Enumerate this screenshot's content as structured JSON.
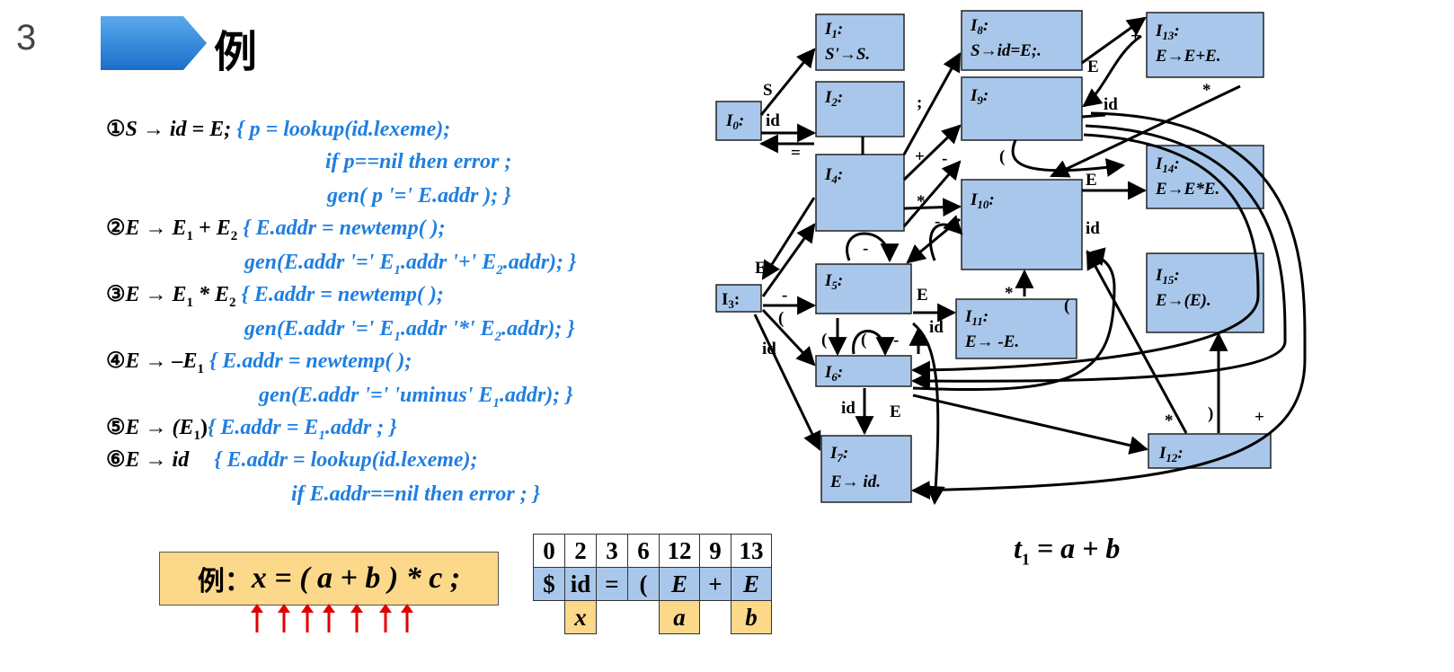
{
  "slide": {
    "number": "3",
    "title": "例"
  },
  "rules": {
    "r1_head": "①",
    "r1_prod": "S → id = E;",
    "r1_act_1": "{ p = lookup(id.lexeme);",
    "r1_act_2": "if p==nil then error ;",
    "r1_act_3": "gen( p '=' E.addr ); }",
    "r2_head": "②",
    "r2_prod_a": "E → E",
    "r2_prod_b": "1",
    "r2_prod_c": " + E",
    "r2_prod_d": "2",
    "r2_act_1": "{ E.addr = newtemp( );",
    "r2_act_2a": "gen(E.addr '=' E",
    "r2_act_2b": "1",
    "r2_act_2c": ".addr '+' E",
    "r2_act_2d": "2",
    "r2_act_2e": ".addr); }",
    "r3_head": "③",
    "r3_prod_a": "E → E",
    "r3_prod_b": "1",
    "r3_prod_c": " * E",
    "r3_prod_d": "2",
    "r3_act_1": "{ E.addr = newtemp( );",
    "r3_act_2a": "gen(E.addr '=' E",
    "r3_act_2b": "1",
    "r3_act_2c": ".addr '*' E",
    "r3_act_2d": "2",
    "r3_act_2e": ".addr); }",
    "r4_head": "④",
    "r4_prod_a": "E → –E",
    "r4_prod_b": "1",
    "r4_act_1": "{ E.addr = newtemp( );",
    "r4_act_2a": "gen(E.addr '=' 'uminus' E",
    "r4_act_2b": "1",
    "r4_act_2c": ".addr); }",
    "r5_head": "⑤",
    "r5_prod_a": "E → (E",
    "r5_prod_b": "1",
    "r5_prod_c": ")",
    "r5_act_a": "{ E.addr = E",
    "r5_act_b": "1",
    "r5_act_c": ".addr ; }",
    "r6_head": "⑥",
    "r6_prod": "E → id",
    "r6_act_1": "{ E.addr = lookup(id.lexeme);",
    "r6_act_2": "if E.addr==nil then error ; }"
  },
  "example": {
    "label": "例：",
    "expr": "x = ( a + b ) * c ;"
  },
  "stack": {
    "states": [
      "0",
      "2",
      "3",
      "6",
      "12",
      "9",
      "13"
    ],
    "symbols": [
      "$",
      "id",
      "=",
      "(",
      "E",
      "+",
      "E"
    ],
    "attrs": [
      "",
      "x",
      "",
      "",
      "a",
      "",
      "b"
    ]
  },
  "result": {
    "lhs": "t",
    "sub": "1",
    "rhs": " = a + b"
  },
  "automaton": {
    "states": {
      "I0": {
        "name": "I",
        "sub": "0",
        "suffix": ":"
      },
      "I1": {
        "name": "I",
        "sub": "1",
        "suffix": ":",
        "item": "S'→S."
      },
      "I2": {
        "name": "I",
        "sub": "2",
        "suffix": ":"
      },
      "I3": {
        "name": "I",
        "sub": "3",
        "suffix": ":"
      },
      "I4": {
        "name": "I",
        "sub": "4",
        "suffix": ":"
      },
      "I5": {
        "name": "I",
        "sub": "5",
        "suffix": ":"
      },
      "I6": {
        "name": "I",
        "sub": "6",
        "suffix": ":"
      },
      "I7": {
        "name": "I",
        "sub": "7",
        "suffix": ":",
        "item": "E→ id."
      },
      "I8": {
        "name": "I",
        "sub": "8",
        "suffix": ":",
        "item": "S→id=E;."
      },
      "I9": {
        "name": "I",
        "sub": "9",
        "suffix": ":"
      },
      "I10": {
        "name": "I",
        "sub": "10",
        "suffix": ":"
      },
      "I11": {
        "name": "I",
        "sub": "11",
        "suffix": ":",
        "item": "E→ -E."
      },
      "I12": {
        "name": "I",
        "sub": "12",
        "suffix": ":"
      },
      "I13": {
        "name": "I",
        "sub": "13",
        "suffix": ":",
        "item": "E→E+E."
      },
      "I14": {
        "name": "I",
        "sub": "14",
        "suffix": ":",
        "item": "E→E*E."
      },
      "I15": {
        "name": "I",
        "sub": "15",
        "suffix": ":",
        "item": "E→(E)."
      }
    },
    "edge_labels": {
      "I0_I1": "S",
      "I0_I2": "id",
      "I2_I4": "=",
      "I2_I8": ";",
      "I4_I9": "+",
      "I4_I10": "-",
      "I4_I5a": "*",
      "I4_I5b": "-",
      "I9_I13": "+",
      "I8_E": "E",
      "I9_id": "id",
      "I13_star": "*",
      "I9_paren": "(",
      "I10_E": "E",
      "I10_id": "id",
      "I3_E": "E",
      "I3_minus": "-",
      "I3_paren": "(",
      "I3_id": "id",
      "I5_E": "E",
      "I5_id": "id",
      "I5_loop": "-",
      "I11_star": "*",
      "I6_paren1": "(",
      "I6_paren2": "(",
      "I6_minus": "-",
      "I6_id": "id",
      "I6_E": "E",
      "I10_paren": "(",
      "I12_star": "*",
      "I12_rparen": ")",
      "I12_plus": "+"
    }
  },
  "colors": {
    "box_fill": "#a9c7ea",
    "action_blue": "#1f7fe0",
    "yellow": "#fcd88a",
    "arrow_red": "#e00000"
  }
}
